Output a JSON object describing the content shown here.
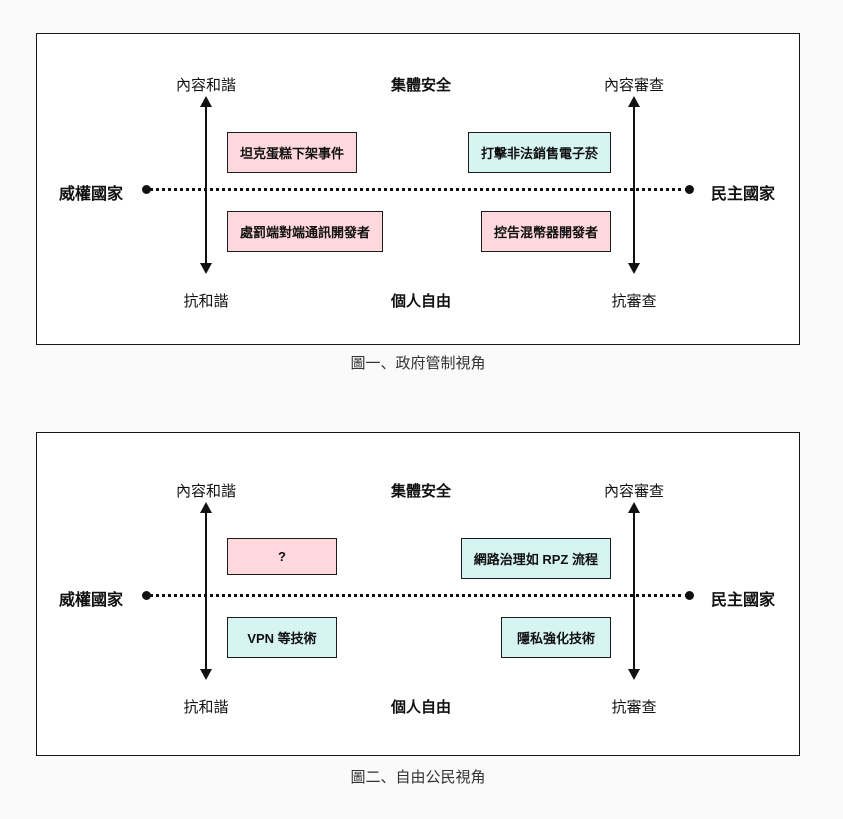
{
  "figures": [
    {
      "caption": "圖一、政府管制視角",
      "top_left_label": "內容和諧",
      "top_center_label": "集體安全",
      "top_right_label": "內容審查",
      "bottom_left_label": "抗和諧",
      "bottom_center_label": "個人自由",
      "bottom_right_label": "抗審查",
      "left_end_label": "威權國家",
      "right_end_label": "民主國家",
      "boxes": {
        "top_left": {
          "text": "坦克蛋糕下架事件",
          "bg": "#FFD8DD"
        },
        "top_right": {
          "text": "打擊非法銷售電子菸",
          "bg": "#D6F4F2"
        },
        "bottom_left": {
          "text": "處罰端對端通訊開發者",
          "bg": "#FFD8DD"
        },
        "bottom_right": {
          "text": "控告混幣器開發者",
          "bg": "#FFD8DD"
        }
      }
    },
    {
      "caption": "圖二、自由公民視角",
      "top_left_label": "內容和諧",
      "top_center_label": "集體安全",
      "top_right_label": "內容審查",
      "bottom_left_label": "抗和諧",
      "bottom_center_label": "個人自由",
      "bottom_right_label": "抗審查",
      "left_end_label": "威權國家",
      "right_end_label": "民主國家",
      "boxes": {
        "top_left": {
          "text": "?",
          "bg": "#FFD8DD"
        },
        "top_right": {
          "text": "網路治理如 RPZ 流程",
          "bg": "#D6F4F2"
        },
        "bottom_left": {
          "text": "VPN 等技術",
          "bg": "#D6F4F2"
        },
        "bottom_right": {
          "text": "隱私強化技術",
          "bg": "#D6F4F2"
        }
      }
    }
  ]
}
